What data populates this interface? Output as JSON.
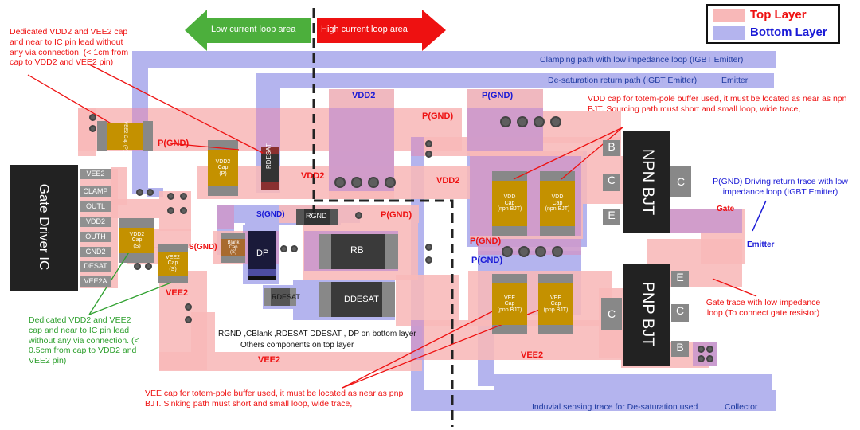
{
  "legend": {
    "top_layer": "Top Layer",
    "bottom_layer": "Bottom Layer",
    "top_color": "#f8b8b8",
    "bottom_color": "#b4b4ee"
  },
  "arrows": {
    "low": "Low current loop area",
    "high": "High current loop area",
    "low_color": "#4caf3c",
    "high_color": "#ee1111"
  },
  "ic": {
    "title": "Gate Driver IC",
    "pins": [
      "VEE2",
      "CLAMP",
      "OUTL",
      "VDD2",
      "OUTH",
      "GND2",
      "DESAT",
      "VEE2A"
    ]
  },
  "bjt": {
    "npn": {
      "title": "NPN BJT",
      "pins": [
        "B",
        "C",
        "E",
        "C"
      ]
    },
    "pnp": {
      "title": "PNP BJT",
      "pins": [
        "E",
        "C",
        "C",
        "B"
      ]
    }
  },
  "caps": {
    "vee2_top": "VEE2 Cap (P)",
    "vdd2_mid": [
      "VDD2",
      "Cap",
      "(P)"
    ],
    "vdd2_s": [
      "VDD2",
      "Cap",
      "(S)"
    ],
    "vee2_s": [
      "VEE2",
      "Cap",
      "(S)"
    ],
    "blank": [
      "Blank",
      "Cap",
      "(S)"
    ],
    "vdd_npn_1": [
      "VDD",
      "Cap",
      "(npn BJT)"
    ],
    "vdd_npn_2": [
      "VDD",
      "Cap",
      "(npn BJT)"
    ],
    "vee_pnp_1": [
      "VEE",
      "Cap",
      "(pnp BJT)"
    ],
    "vee_pnp_2": [
      "VEE",
      "Cap",
      "(pnp BJT)"
    ]
  },
  "components": {
    "rdesat_top": "RDESAT",
    "rgnd": "RGND",
    "dp": "DP",
    "rb": "RB",
    "rdesat_bot": "RDESAT",
    "ddesat": "DDESAT"
  },
  "net_labels": {
    "pgnd_left": "P(GND)",
    "pgnd_mid": "P(GND)",
    "pgnd_center": "P(GND)",
    "pgnd_box": "P(GND)",
    "pgnd_red": "P(GND)",
    "pgnd_blue": "P(GND)",
    "vdd2_blue": "VDD2",
    "vdd2_red1": "VDD2",
    "vdd2_red2": "VDD2",
    "sgnd_blue": "S(GND)",
    "sgnd_red": "S(GND)",
    "vee2_left": "VEE2",
    "vee2_bottom": "VEE2",
    "vee2_right": "VEE2",
    "gate": "Gate",
    "emitter_right": "Emitter"
  },
  "traces": {
    "clamping": "Clamping path with low impedance loop (IGBT Emitter)",
    "desat_return": "De-saturation return path (IGBT Emitter)",
    "emitter_top": "Emitter",
    "sensing": "Induvial sensing trace for De-saturation used",
    "collector": "Collector"
  },
  "bottom_note": {
    "line1": "RGND ,CBlank ,RDESAT DDESAT , DP on bottom layer",
    "line2": "Others components on top layer"
  },
  "notes": {
    "top_left": "Dedicated VDD2 and VEE2 cap and near to IC pin lead without any via connection. (< 1cm from cap to VDD2 and VEE2 pin)",
    "bottom_left": "Dedicated VDD2 and VEE2 cap and near to IC pin lead without any via connection. (< 0.5cm from cap to VDD2 and VEE2 pin)",
    "vdd_cap": "VDD cap for totem-pole buffer used, it must be located as near as npn BJT. Sourcing path must short and small loop, wide trace,",
    "pgnd_return": "P(GND) Driving return trace with low impedance loop (IGBT Emitter)",
    "gate_trace": "Gate trace with low impedance loop (To connect gate resistor)",
    "vee_cap": "VEE cap for totem-pole buffer used, it must be located as near as pnp BJT. Sinking path must short and small loop, wide trace,"
  }
}
